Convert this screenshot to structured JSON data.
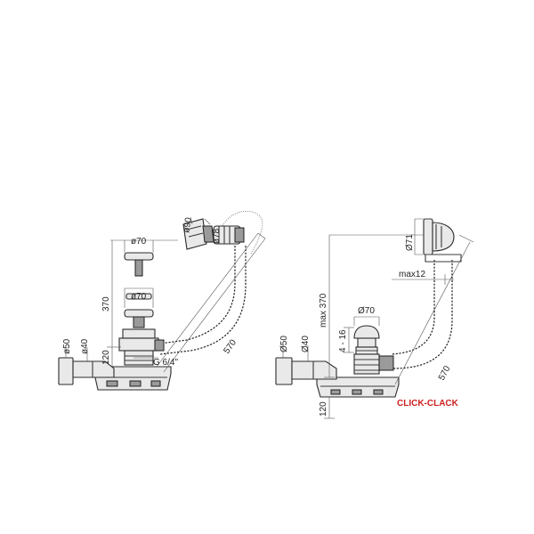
{
  "left_diagram": {
    "labels": {
      "d70_top": "ø70",
      "d90": "ø90",
      "d78": "ø78",
      "h370": "370",
      "d70_mid": "ø70",
      "d50": "ø50",
      "d40": "ø40",
      "h120": "120",
      "g64": "G 6/4\"",
      "l570": "570"
    }
  },
  "right_diagram": {
    "labels": {
      "d71": "Ø71",
      "max12": "max12",
      "max370": "max 370",
      "h4_16": "4 - 16",
      "d70": "Ø70",
      "d50": "Ø50",
      "d40": "Ø40",
      "h120": "120",
      "l570": "570"
    },
    "product_name": "CLICK-CLACK"
  }
}
